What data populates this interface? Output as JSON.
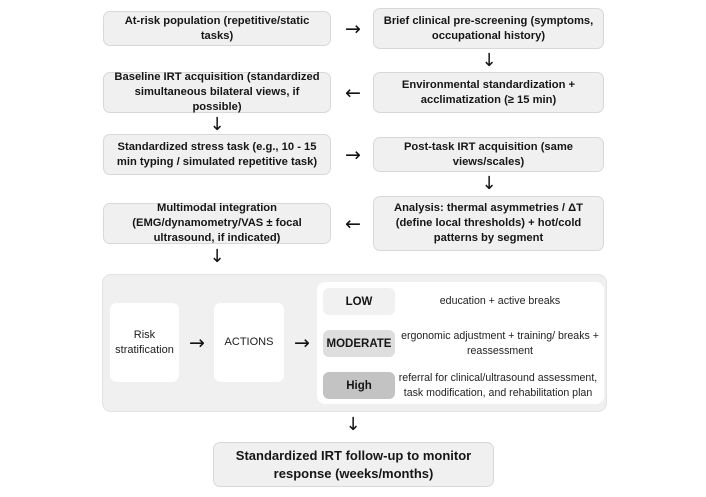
{
  "diagram": {
    "title_note": "IRT screening and risk stratification workflow",
    "nodes": {
      "at_risk_population": "At-risk population (repetitive/static tasks)",
      "pre_screening": "Brief clinical pre-screening (symptoms, occupational history)",
      "baseline_irt": "Baseline IRT acquisition (standardized simultaneous bilateral views, if possible)",
      "environmental_standardization": "Environmental standardization + acclimatization (≥ 15 min)",
      "stress_task": "Standardized stress task (e.g., 10 - 15 min typing / simulated repetitive task)",
      "post_task_irt": "Post-task IRT acquisition (same views/scales)",
      "multimodal_integration": "Multimodal integration (EMG/dynamometry/VAS ± focal ultrasound, if indicated)",
      "analysis": "Analysis: thermal asymmetries / ΔT (define local thresholds) + hot/cold patterns by segment",
      "followup": "Standardized IRT follow-up to monitor response (weeks/months)"
    },
    "panel": {
      "risk_stratification": "Risk stratification",
      "actions": "ACTIONS",
      "levels": [
        {
          "label": "LOW",
          "action": "education + active breaks",
          "color": "#f1f1f1"
        },
        {
          "label": "MODERATE",
          "action": "ergonomic adjustment + training/ breaks + reassessment",
          "color": "#dedede"
        },
        {
          "label": "High",
          "action": "referral for clinical/ultrasound assessment, task modification, and rehabilitation plan",
          "color": "#c3c3c3"
        }
      ]
    },
    "arrows": {
      "right": "→",
      "left": "←",
      "down": "↓"
    },
    "colors": {
      "node_fill": "#f0f0f0",
      "node_border": "#d8d8d8",
      "panel_fill": "#f0f0f0",
      "card_fill": "#ffffff",
      "text": "#1b1b1b",
      "background": "#ffffff"
    }
  }
}
